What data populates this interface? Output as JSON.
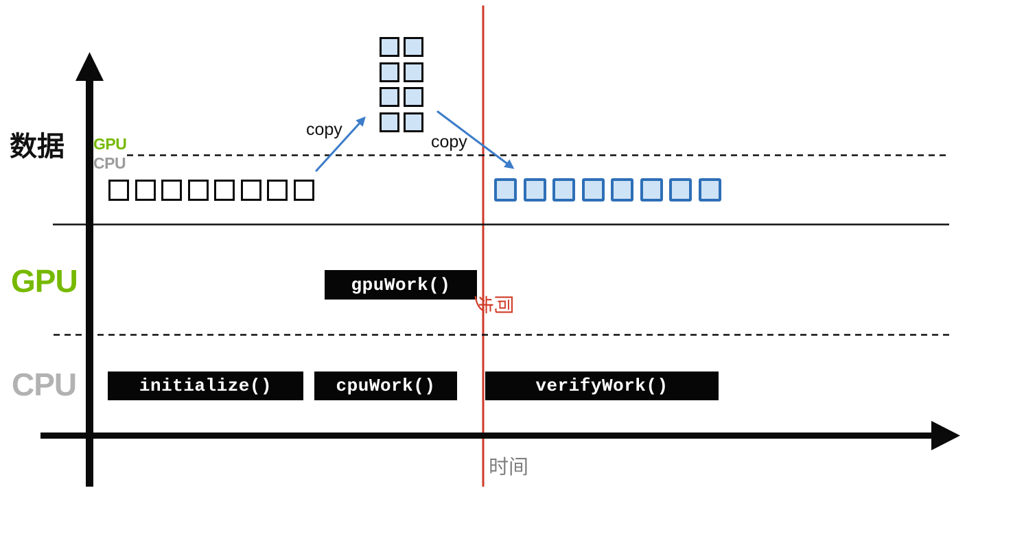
{
  "colors": {
    "nvidia_green": "#76b900",
    "lane_label_gray": "#b2b2b2",
    "mem_label_gray": "#9b9b9b",
    "bar_background": "#060606",
    "bar_text": "#ffffff",
    "cell_fill_blue": "#cfe3f6",
    "cell_border_blue": "#2e6fb7",
    "arrow_blue": "#3d7cc9",
    "sync_red": "#cf3a28",
    "time_label_gray": "#7f7f7f"
  },
  "data_lane": {
    "label": "数据",
    "gpu_side_label": "GPU",
    "cpu_side_label": "CPU",
    "host_cells": 8,
    "device_grid": {
      "cols": 2,
      "rows": 4
    },
    "result_cells": 8,
    "copy_up_label": "copy",
    "copy_down_label": "copy"
  },
  "gpu_lane": {
    "label": "GPU",
    "bars": [
      {
        "label": "gpuWork()"
      }
    ]
  },
  "cpu_lane": {
    "label": "CPU",
    "bars": [
      {
        "label": "initialize()"
      },
      {
        "label": "cpuWork()"
      },
      {
        "label": "verifyWork()"
      }
    ]
  },
  "sync_marker": {
    "label": "同步"
  },
  "time_axis": {
    "label": "时间"
  }
}
